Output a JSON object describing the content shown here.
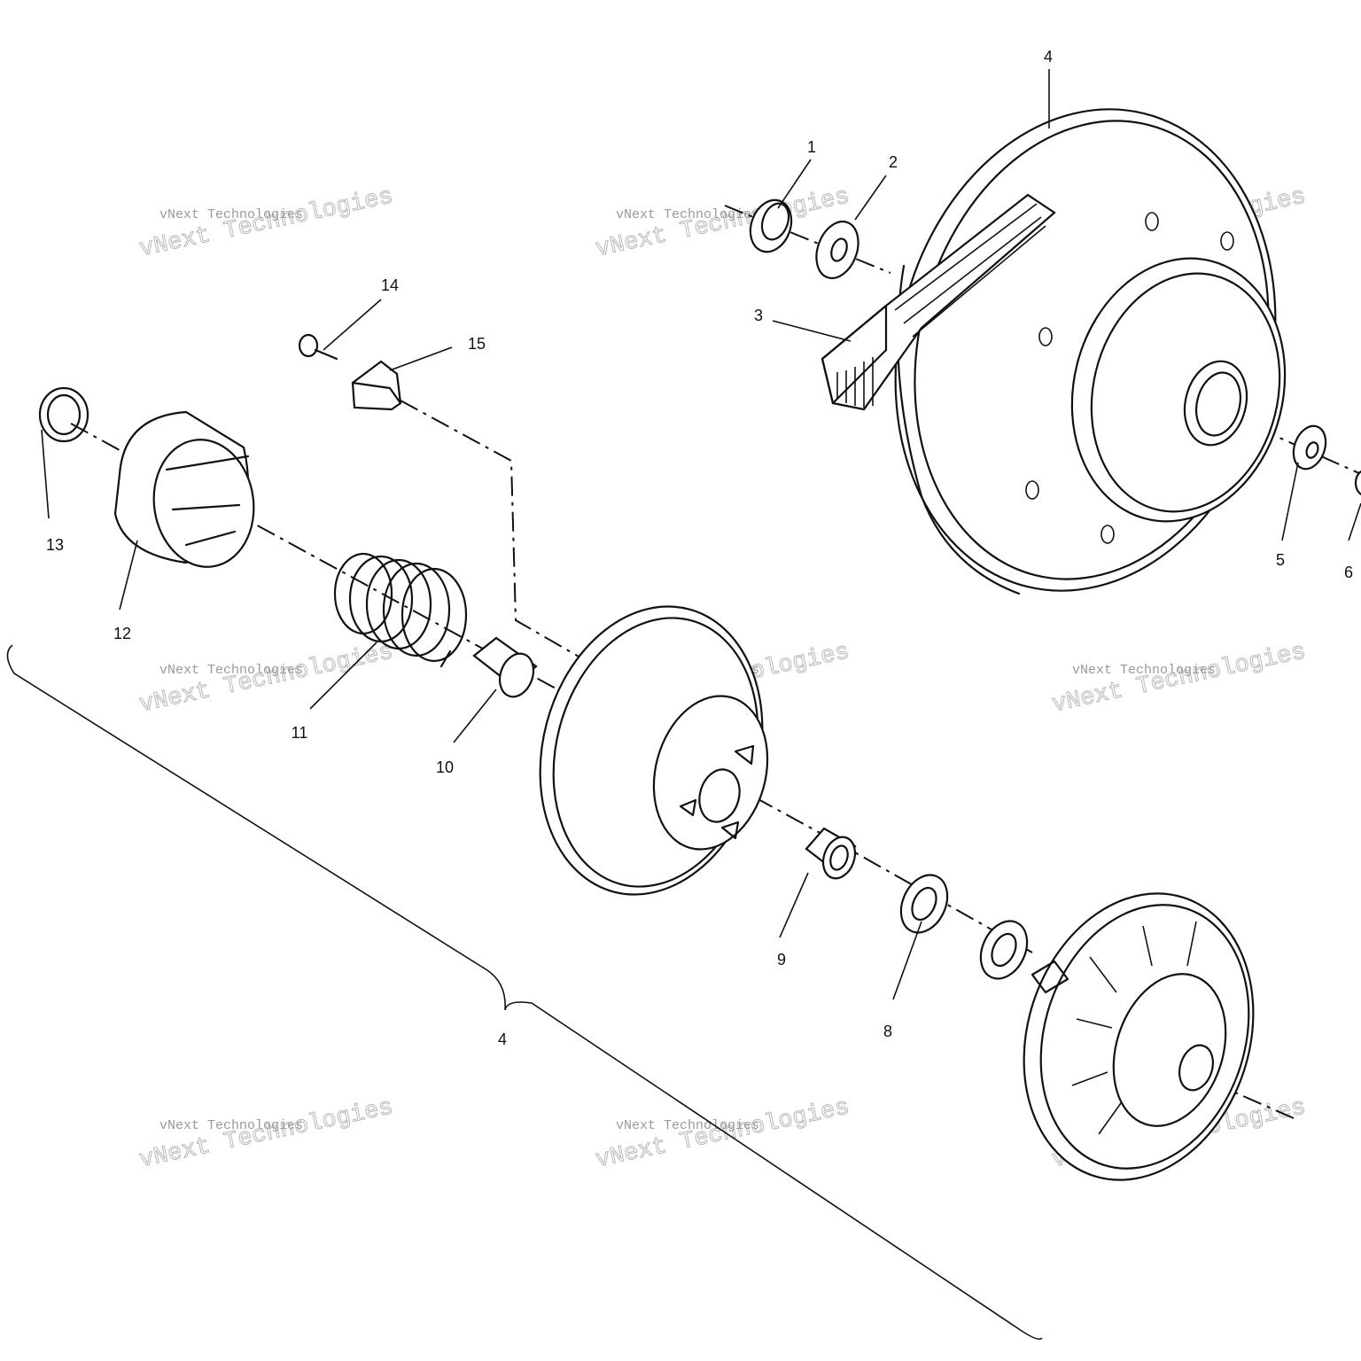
{
  "callouts": {
    "c1": "1",
    "c2": "2",
    "c3": "3",
    "c4_top": "4",
    "c5": "5",
    "c6": "6",
    "c8": "8",
    "c9": "9",
    "c10": "10",
    "c11": "11",
    "c12": "12",
    "c13": "13",
    "c14": "14",
    "c15": "15",
    "c4_bracket": "4"
  },
  "watermark": {
    "line1": "vNext Technologies",
    "outline": "vNext Technologies"
  }
}
